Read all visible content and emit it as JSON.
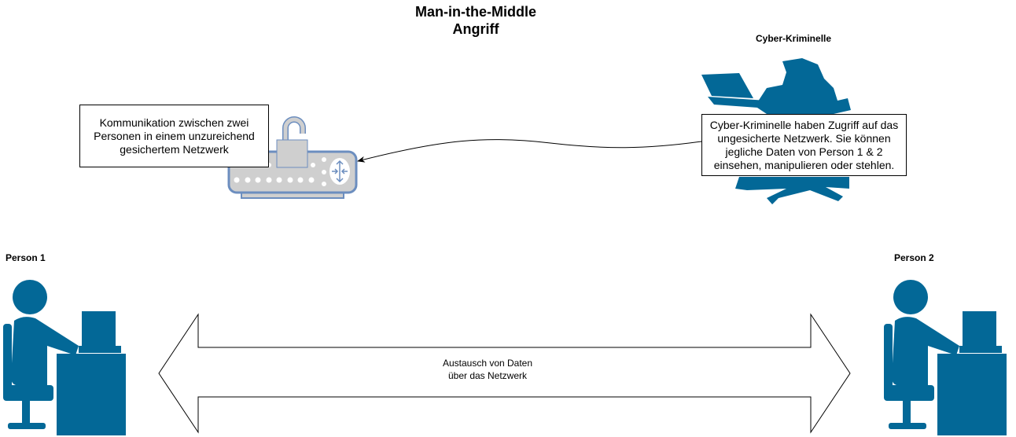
{
  "title_line1": "Man-in-the-Middle",
  "title_line2": "Angriff",
  "labels": {
    "cyber": "Cyber-Kriminelle",
    "person1": "Person 1",
    "person2": "Person 2"
  },
  "router_note": "Kommunikation zwischen zwei Personen in einem unzureichend gesichertem Netzwerk",
  "cyber_note": "Cyber-Kriminelle haben Zugriff auf das ungesicherte Netzwerk. Sie können jegliche Daten von Person 1 & 2 einsehen, manipulieren oder stehlen.",
  "exchange_label": "Austausch von Daten über das Netzwerk",
  "colors": {
    "icon": "#036897",
    "router_fill": "#cfcfcf",
    "router_stroke": "#6c8ebf"
  }
}
